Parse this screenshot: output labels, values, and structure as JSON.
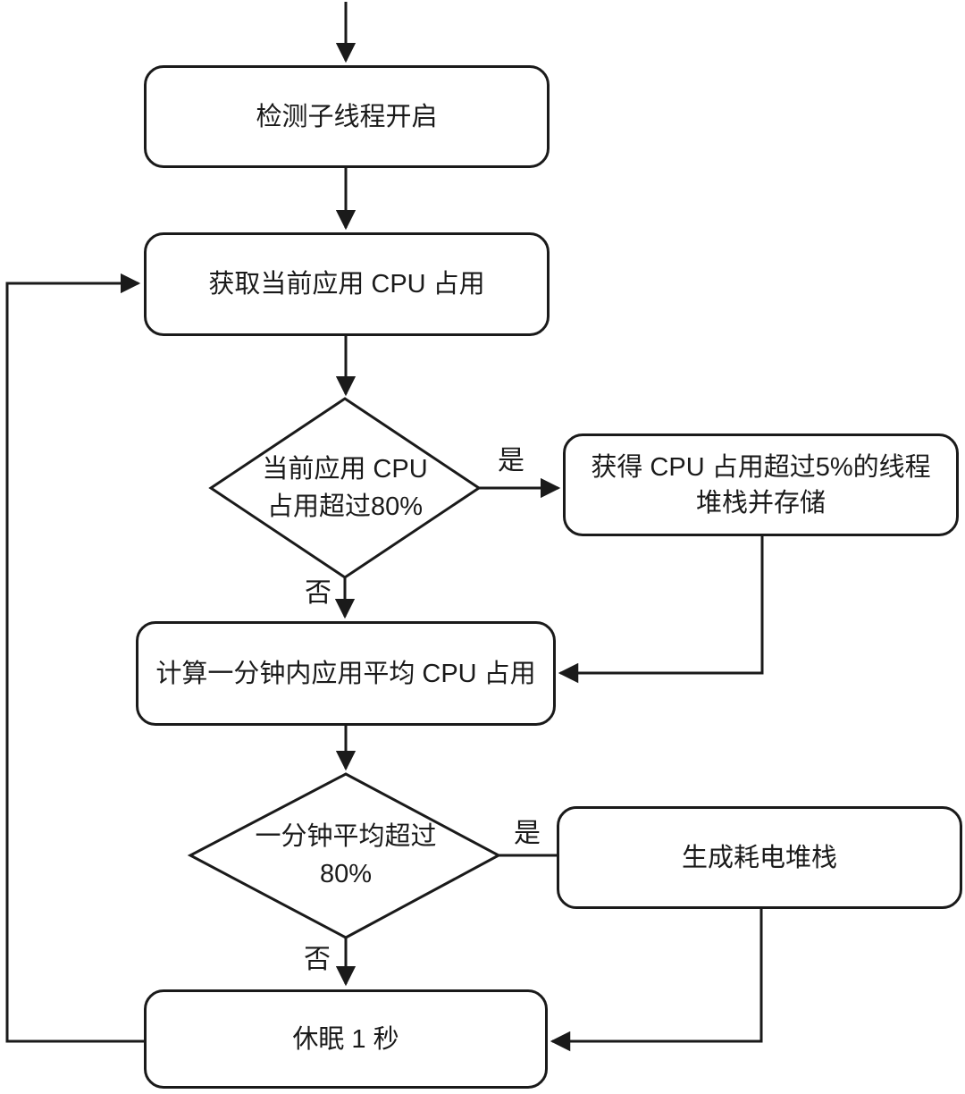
{
  "colors": {
    "background": "#ffffff",
    "stroke": "#1a1a1a",
    "text": "#1a1a1a"
  },
  "nodes": {
    "detect": {
      "label": "检测子线程开启"
    },
    "getCpu": {
      "label": "获取当前应用 CPU 占用"
    },
    "cpuCheck": {
      "line1": "当前应用 CPU",
      "line2": "占用超过80%"
    },
    "storeThreads": {
      "line1": "获得 CPU 占用超过5%的线程",
      "line2": "堆栈并存储"
    },
    "calcAvg": {
      "label": "计算一分钟内应用平均 CPU 占用"
    },
    "avgCheck": {
      "line1": "一分钟平均超过",
      "line2": "80%"
    },
    "genStack": {
      "label": "生成耗电堆栈"
    },
    "sleep": {
      "label": "休眠 1 秒"
    }
  },
  "edge_labels": {
    "yes": "是",
    "no": "否"
  }
}
